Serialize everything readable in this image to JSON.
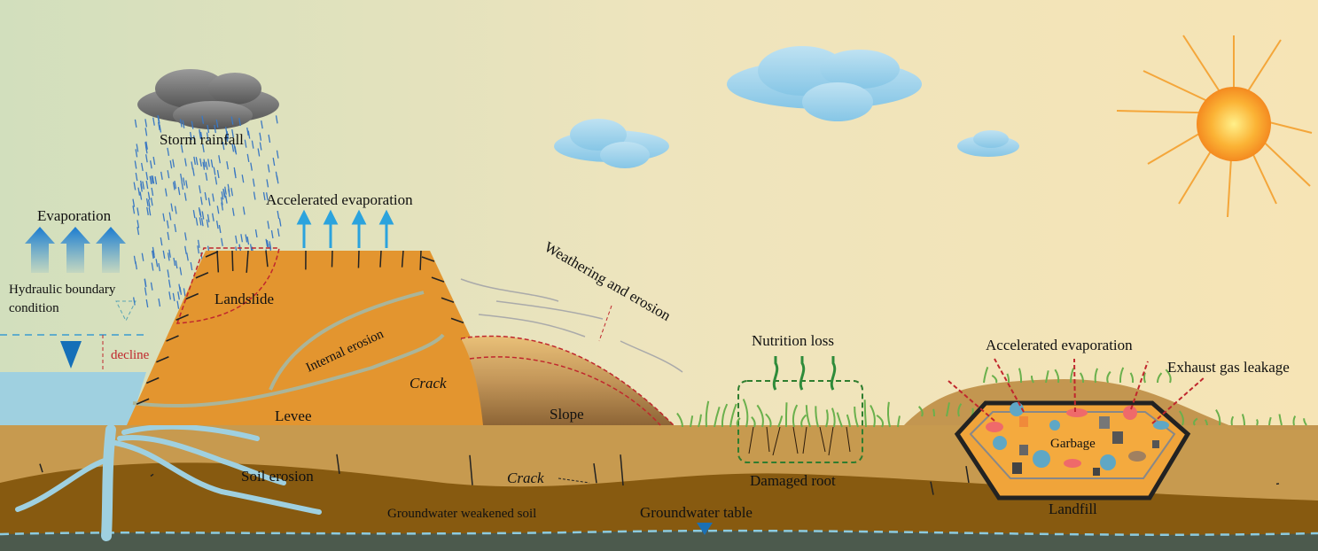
{
  "labels": {
    "storm_rainfall": "Storm rainfall",
    "evaporation": "Evaporation",
    "accelerated_evaporation_levee": "Accelerated evaporation",
    "hydraulic_boundary_line1": "Hydraulic boundary",
    "hydraulic_boundary_line2": "condition",
    "decline": "decline",
    "landslide": "Landslide",
    "internal_erosion": "Internal erosion",
    "crack_levee": "Crack",
    "levee": "Levee",
    "slope": "Slope",
    "weathering": "Weathering and erosion",
    "nutrition_loss": "Nutrition loss",
    "damaged_root": "Damaged root",
    "accelerated_evaporation_landfill": "Accelerated evaporation",
    "exhaust_gas": "Exhaust gas leakage",
    "garbage": "Garbage",
    "landfill": "Landfill",
    "soil_erosion": "Soil erosion",
    "crack_ground": "Crack",
    "groundwater_soil": "Groundwater weakened soil",
    "groundwater_table": "Groundwater table"
  },
  "colors": {
    "sky_left": "#d3e0bc",
    "sky_right": "#f4e3b6",
    "levee": "#e3952f",
    "topsoil": "#c79a4f",
    "subsoil": "#875a10",
    "bedrock": "#4c5a4d",
    "water": "#9fd0e0",
    "danger": "#c0272d"
  }
}
